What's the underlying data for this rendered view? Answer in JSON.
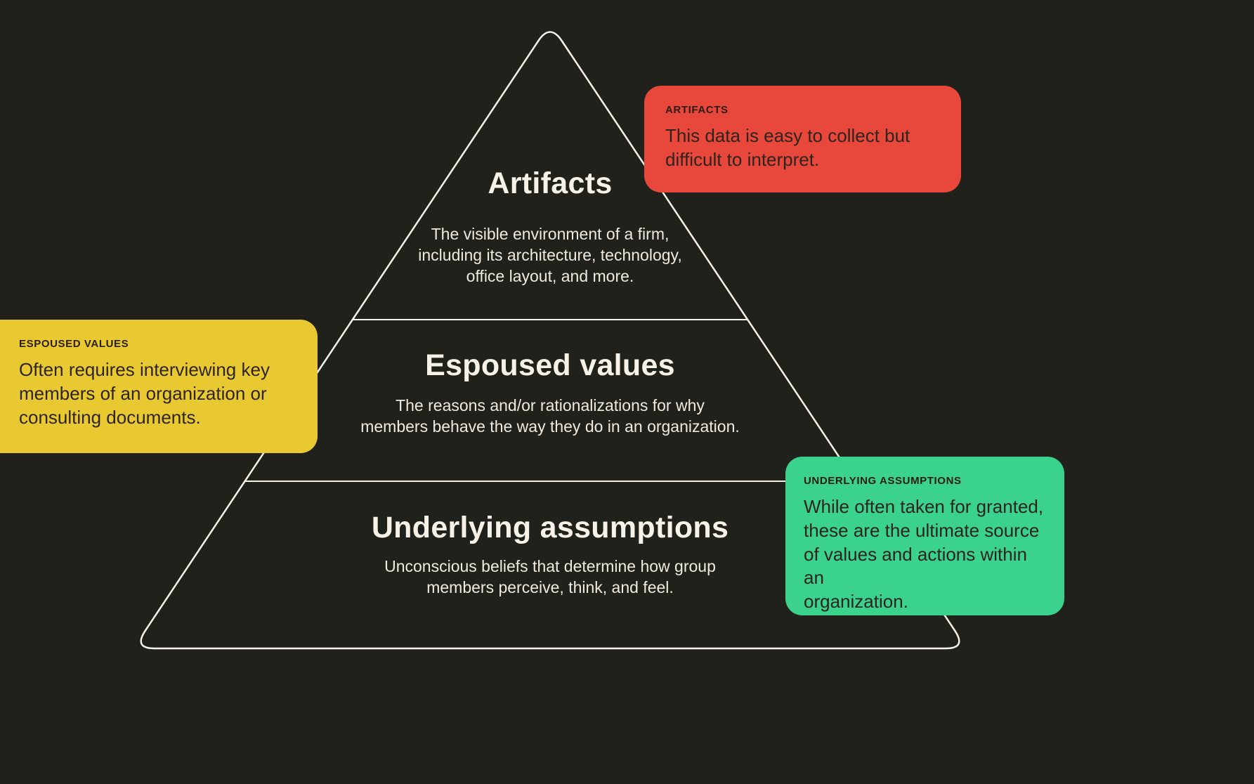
{
  "page": {
    "background": "#21211c"
  },
  "pyramid": {
    "stroke": "#f6f2e7",
    "levels": [
      {
        "title": "Artifacts",
        "description": "The visible environment of a firm,\nincluding its architecture, technology,\noffice layout, and more."
      },
      {
        "title": "Espoused values",
        "description": "The reasons and/or rationalizations for why\nmembers behave the way they do in an organization."
      },
      {
        "title": "Underlying assumptions",
        "description": "Unconscious beliefs that determine how group\nmembers perceive, think, and feel."
      }
    ]
  },
  "callouts": [
    {
      "label": "ARTIFACTS",
      "text": "This data is easy to collect but\ndifficult to interpret.",
      "color": "#e8483c"
    },
    {
      "label": "ESPOUSED VALUES",
      "text": "Often requires interviewing key\nmembers of an organization or\nconsulting documents.",
      "color": "#e9c931"
    },
    {
      "label": "UNDERLYING ASSUMPTIONS",
      "text": "While often taken for granted,\nthese are the ultimate source\nof values and actions within an\norganization.",
      "color": "#3ad28c"
    }
  ]
}
